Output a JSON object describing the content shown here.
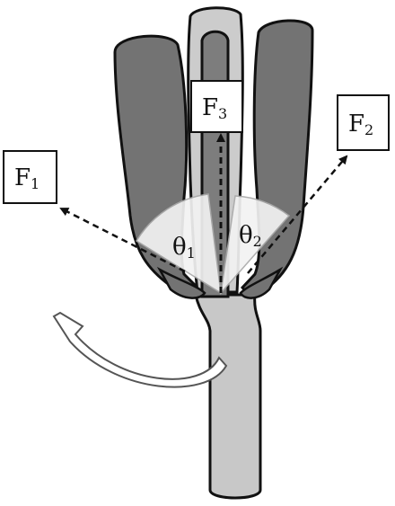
{
  "labels": {
    "force_left": {
      "main": "F",
      "sub": "1"
    },
    "force_right": {
      "main": "F",
      "sub": "2"
    },
    "force_center": {
      "main": "F",
      "sub": "3"
    },
    "angle_left": {
      "main": "θ",
      "sub": "1"
    },
    "angle_right": {
      "main": "θ",
      "sub": "2"
    }
  },
  "colors": {
    "dark_petal": "#737373",
    "light_petal": "#cccccc",
    "center_fill": "#7d7d7d",
    "stem": "#c8c8c8",
    "sector": "#f2f2f2",
    "outline": "#111111"
  }
}
